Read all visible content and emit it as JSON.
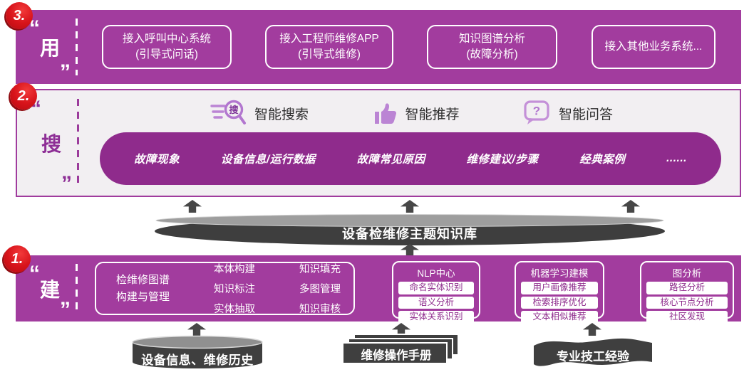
{
  "colors": {
    "band_purple": "#a23c9e",
    "pill_purple": "#8f2b8c",
    "panel_bg": "#f2eff2",
    "dark_gray": "#3f3f3f",
    "badge_red": "#d8141b",
    "icon_purple": "#bb84d4"
  },
  "use_section": {
    "badge": "3.",
    "quote_open": "“",
    "label": "用",
    "quote_close": "”",
    "boxes": [
      {
        "line1": "接入呼叫中心系统",
        "line2": "(引导式问话)"
      },
      {
        "line1": "接入工程师维修APP",
        "line2": "(引导式维修)"
      },
      {
        "line1": "知识图谱分析",
        "line2": "(故障分析)"
      },
      {
        "line1": "接入其他业务系统...",
        "line2": ""
      }
    ]
  },
  "search_section": {
    "badge": "2.",
    "quote_open": "“",
    "label": "搜",
    "quote_close": "”",
    "features": [
      {
        "label": "智能搜索",
        "icon": "smart-search-icon",
        "glyph": "搜"
      },
      {
        "label": "智能推荐",
        "icon": "thumbs-up-icon"
      },
      {
        "label": "智能问答",
        "icon": "question-bubble-icon",
        "glyph": "?"
      }
    ],
    "pill_items": [
      "故障现象",
      "设备信息/运行数据",
      "故障常见原因",
      "维修建议/步骤",
      "经典案例",
      "......"
    ]
  },
  "kb_bar": {
    "label": "设备检维修主题知识库"
  },
  "build_section": {
    "badge": "1.",
    "quote_open": "“",
    "label": "建",
    "quote_close": "”",
    "graph_box": {
      "title_line1": "检维修图谱",
      "title_line2": "构建与管理",
      "col1": [
        "本体构建",
        "知识标注",
        "实体抽取"
      ],
      "col2": [
        "知识填充",
        "多图管理",
        "知识审核"
      ]
    },
    "modules": [
      {
        "title": "NLP中心",
        "items": [
          "命名实体识别",
          "语义分析",
          "实体关系识别"
        ]
      },
      {
        "title": "机器学习建模",
        "items": [
          "用户画像推荐",
          "检索排序优化",
          "文本相似推荐"
        ]
      },
      {
        "title": "图分析",
        "items": [
          "路径分析",
          "核心节点分析",
          "社区发现"
        ]
      }
    ]
  },
  "sources": [
    {
      "label": "设备信息、维修历史",
      "shape": "cylinder"
    },
    {
      "label": "维修操作手册",
      "shape": "document-stack"
    },
    {
      "label": "专业技工经验",
      "shape": "ribbon"
    }
  ]
}
